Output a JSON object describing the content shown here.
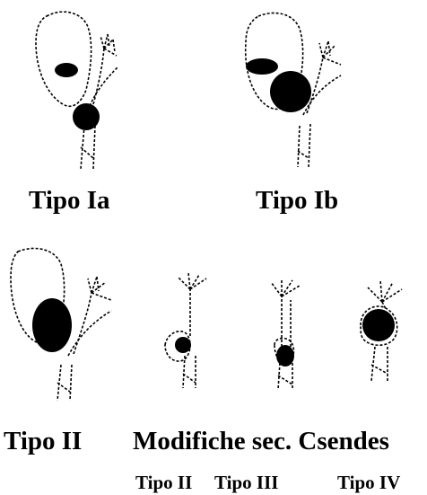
{
  "labels": {
    "tipo_ia": "Tipo Ia",
    "tipo_ib": "Tipo Ib",
    "tipo_ii": "Tipo II",
    "modifiche_title": "Modifiche sec. Csendes",
    "sub_tipo_ii": "Tipo II",
    "sub_tipo_iii": "Tipo III",
    "sub_tipo_iv": "Tipo IV"
  },
  "colors": {
    "ink": "#000000",
    "background": "#ffffff"
  }
}
